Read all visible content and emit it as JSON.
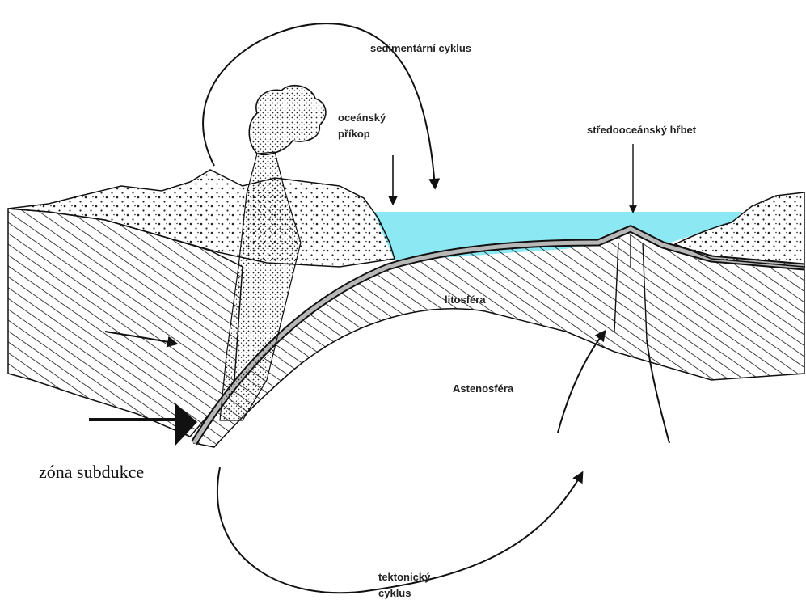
{
  "labels": {
    "sedimentary_cycle": "sedimentární cyklus",
    "ocean_trench_line1": "oceánský",
    "ocean_trench_line2": "příkop",
    "mid_ocean_ridge": "středooceánský hřbet",
    "lithosphere": "litosféra",
    "asthenosphere": "Astenosféra",
    "subduction_zone": "zóna subdukce",
    "tectonic_cycle_line1": "tektonický",
    "tectonic_cycle_line2": "cyklus"
  },
  "colors": {
    "ocean": "#8CE8F2",
    "ink": "#111111",
    "crust_band": "#b8b8b8"
  }
}
